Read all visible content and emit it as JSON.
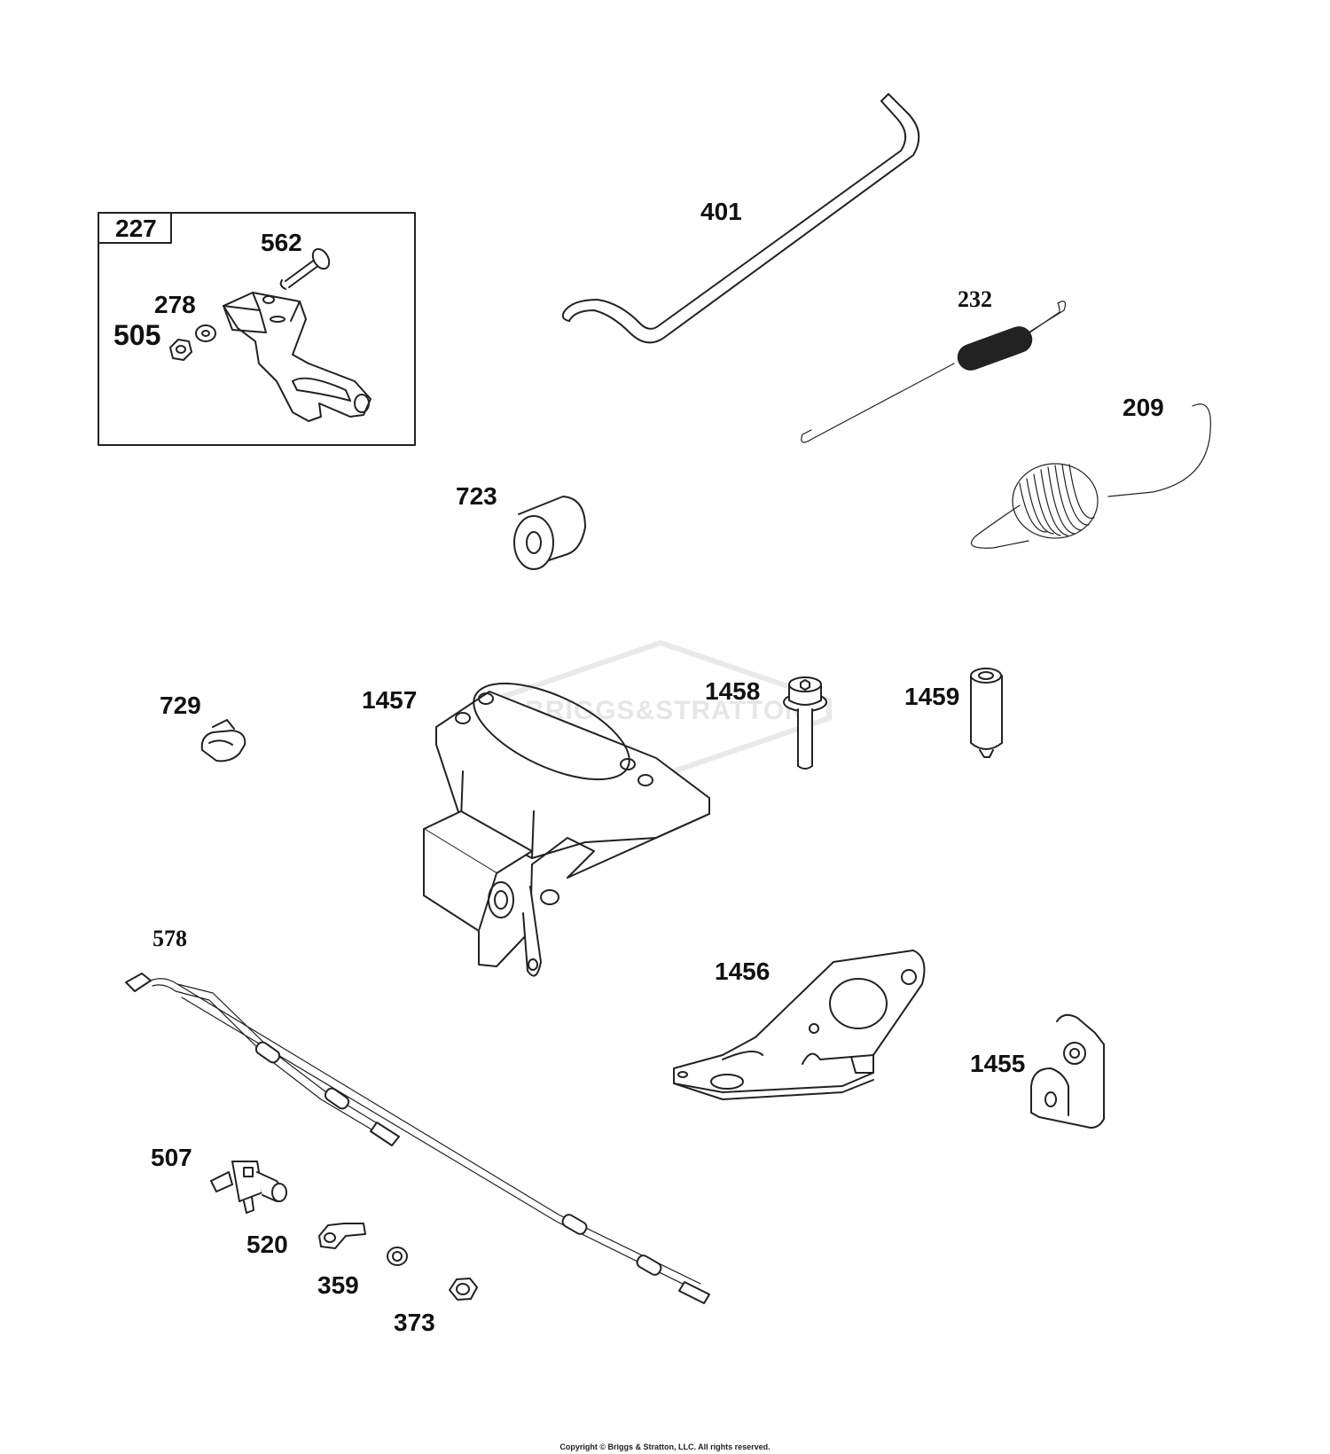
{
  "diagram": {
    "labels": {
      "p227": "227",
      "p562": "562",
      "p278": "278",
      "p505": "505",
      "p401": "401",
      "p232": "232",
      "p209": "209",
      "p723": "723",
      "p729": "729",
      "p1457": "1457",
      "p1458": "1458",
      "p1459": "1459",
      "p578": "578",
      "p1456": "1456",
      "p1455": "1455",
      "p507": "507",
      "p520": "520",
      "p359": "359",
      "p373": "373"
    },
    "watermark": "BRIGGS&STRATTON",
    "copyright": "Copyright © Briggs & Stratton, LLC. All rights reserved."
  }
}
